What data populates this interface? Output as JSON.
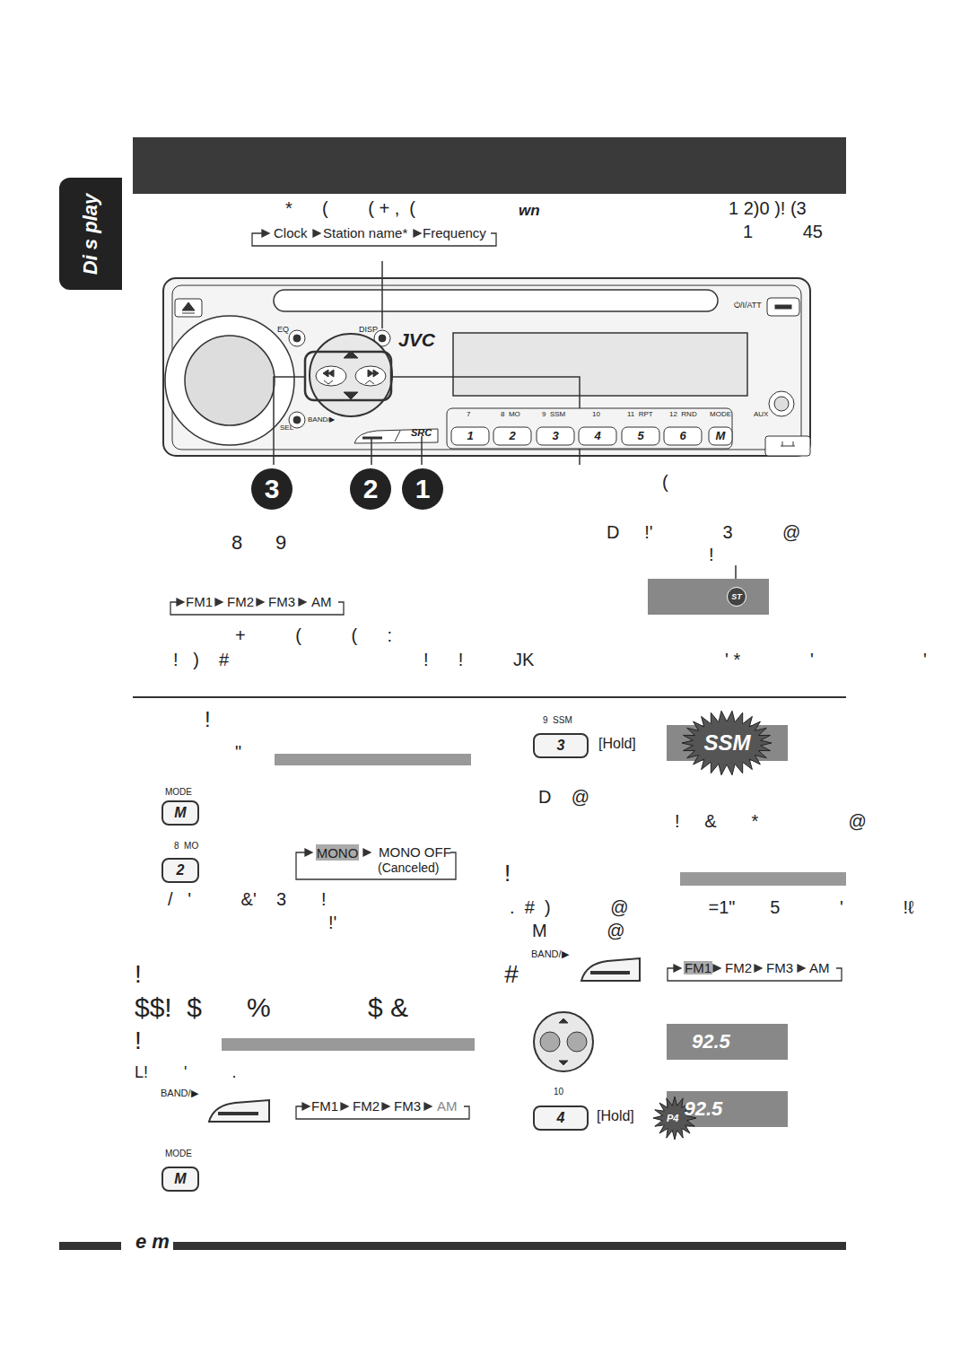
{
  "diagram": {
    "nodes": [
      {
        "text": [
          "Di s play"
        ]
      },
      {
        "text": [
          "3"
        ]
      },
      {
        "text": [
          "2"
        ]
      },
      {
        "text": [
          "1"
        ]
      },
      {
        "text": [
          "ST"
        ]
      },
      {
        "text": [
          "MONO"
        ]
      },
      {
        "text": [
          "SSM"
        ]
      },
      {
        "text": [
          "92.5"
        ]
      },
      {
        "text": [
          "P4",
          "92.5"
        ]
      }
    ],
    "labels": [
      "*      (        ( + ,  (",
      "wn",
      "1 2)0 )! (3",
      "1          45",
      "Clock",
      "Station name*",
      "Frequency",
      "EQ",
      "DISP",
      "JVC",
      "⏻/I/ATT",
      "BAND/▶",
      "SEL",
      "SRC",
      "7",
      "8  MO",
      "9  SSM",
      "10",
      "11  RPT",
      "12  RND",
      "MODE",
      "AUX",
      "1",
      "2",
      "3",
      "4",
      "5",
      "6",
      "M",
      "(",
      "8      9",
      "FM1",
      "FM2",
      "FM3",
      "AM",
      "+          (          (      :",
      "!   )    #                                       !      !          JK",
      "' *              '                      '",
      "D     !'              3          @",
      "!",
      "!",
      "\"",
      "MODE",
      "M",
      "8  MO",
      "2",
      "MONO OFF",
      "(Canceled)",
      "/   '          &'    3       !",
      "!'",
      "!                                                    #",
      "$$!  $      %             $ &",
      "!",
      "L!        '          .",
      "BAND/▶",
      "FM1",
      "FM2",
      "FM3",
      "AM",
      "MODE",
      "M",
      "9  SSM",
      "3",
      "[Hold]",
      "D    @",
      "!     &       *                  @",
      "!",
      ".  #  )            @                =1\"       5            '            !ℓ",
      "M            @",
      "BAND/▶",
      "FM1",
      "FM2",
      "FM3",
      "AM",
      "10",
      "4",
      "[Hold]",
      "e m"
    ]
  }
}
